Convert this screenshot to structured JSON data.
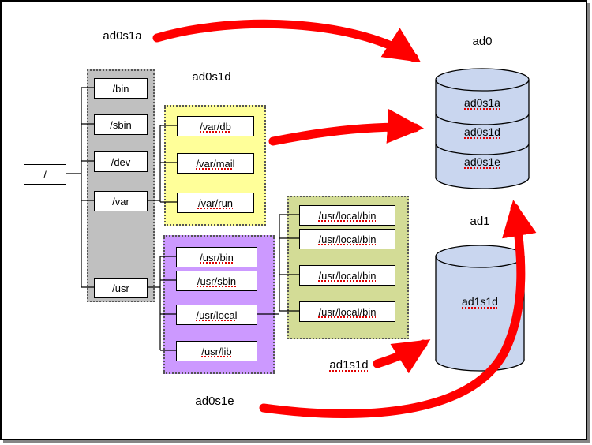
{
  "root": {
    "label": "/"
  },
  "slices": {
    "ad0s1a": {
      "label": "ad0s1a",
      "dirs": [
        "/bin",
        "/sbin",
        "/dev",
        "/var",
        "/usr"
      ]
    },
    "ad0s1d": {
      "label": "ad0s1d",
      "dirs": [
        "/var/db",
        "/var/mail",
        "/var/run"
      ]
    },
    "ad0s1e": {
      "label": "ad0s1e",
      "dirs": [
        "/usr/bin",
        "/usr/sbin",
        "/usr/local",
        "/usr/lib"
      ]
    },
    "ad1s1d": {
      "label": "ad1s1d",
      "dirs": [
        "/usr/local/bin",
        "/usr/local/bin",
        "/usr/local/bin",
        "/usr/local/bin"
      ]
    }
  },
  "disks": {
    "ad0": {
      "label": "ad0",
      "slices": [
        "ad0s1a",
        "ad0s1d",
        "ad0s1e"
      ]
    },
    "ad1": {
      "label": "ad1",
      "slices": [
        "ad1s1d"
      ]
    }
  },
  "colors": {
    "gray": "#c0c0c0",
    "yellow": "#ffff99",
    "purple": "#cc99ff",
    "green": "#d3dc96",
    "disk": "#c9d6ef",
    "arrow": "#ff0000",
    "wire": "#000000"
  }
}
